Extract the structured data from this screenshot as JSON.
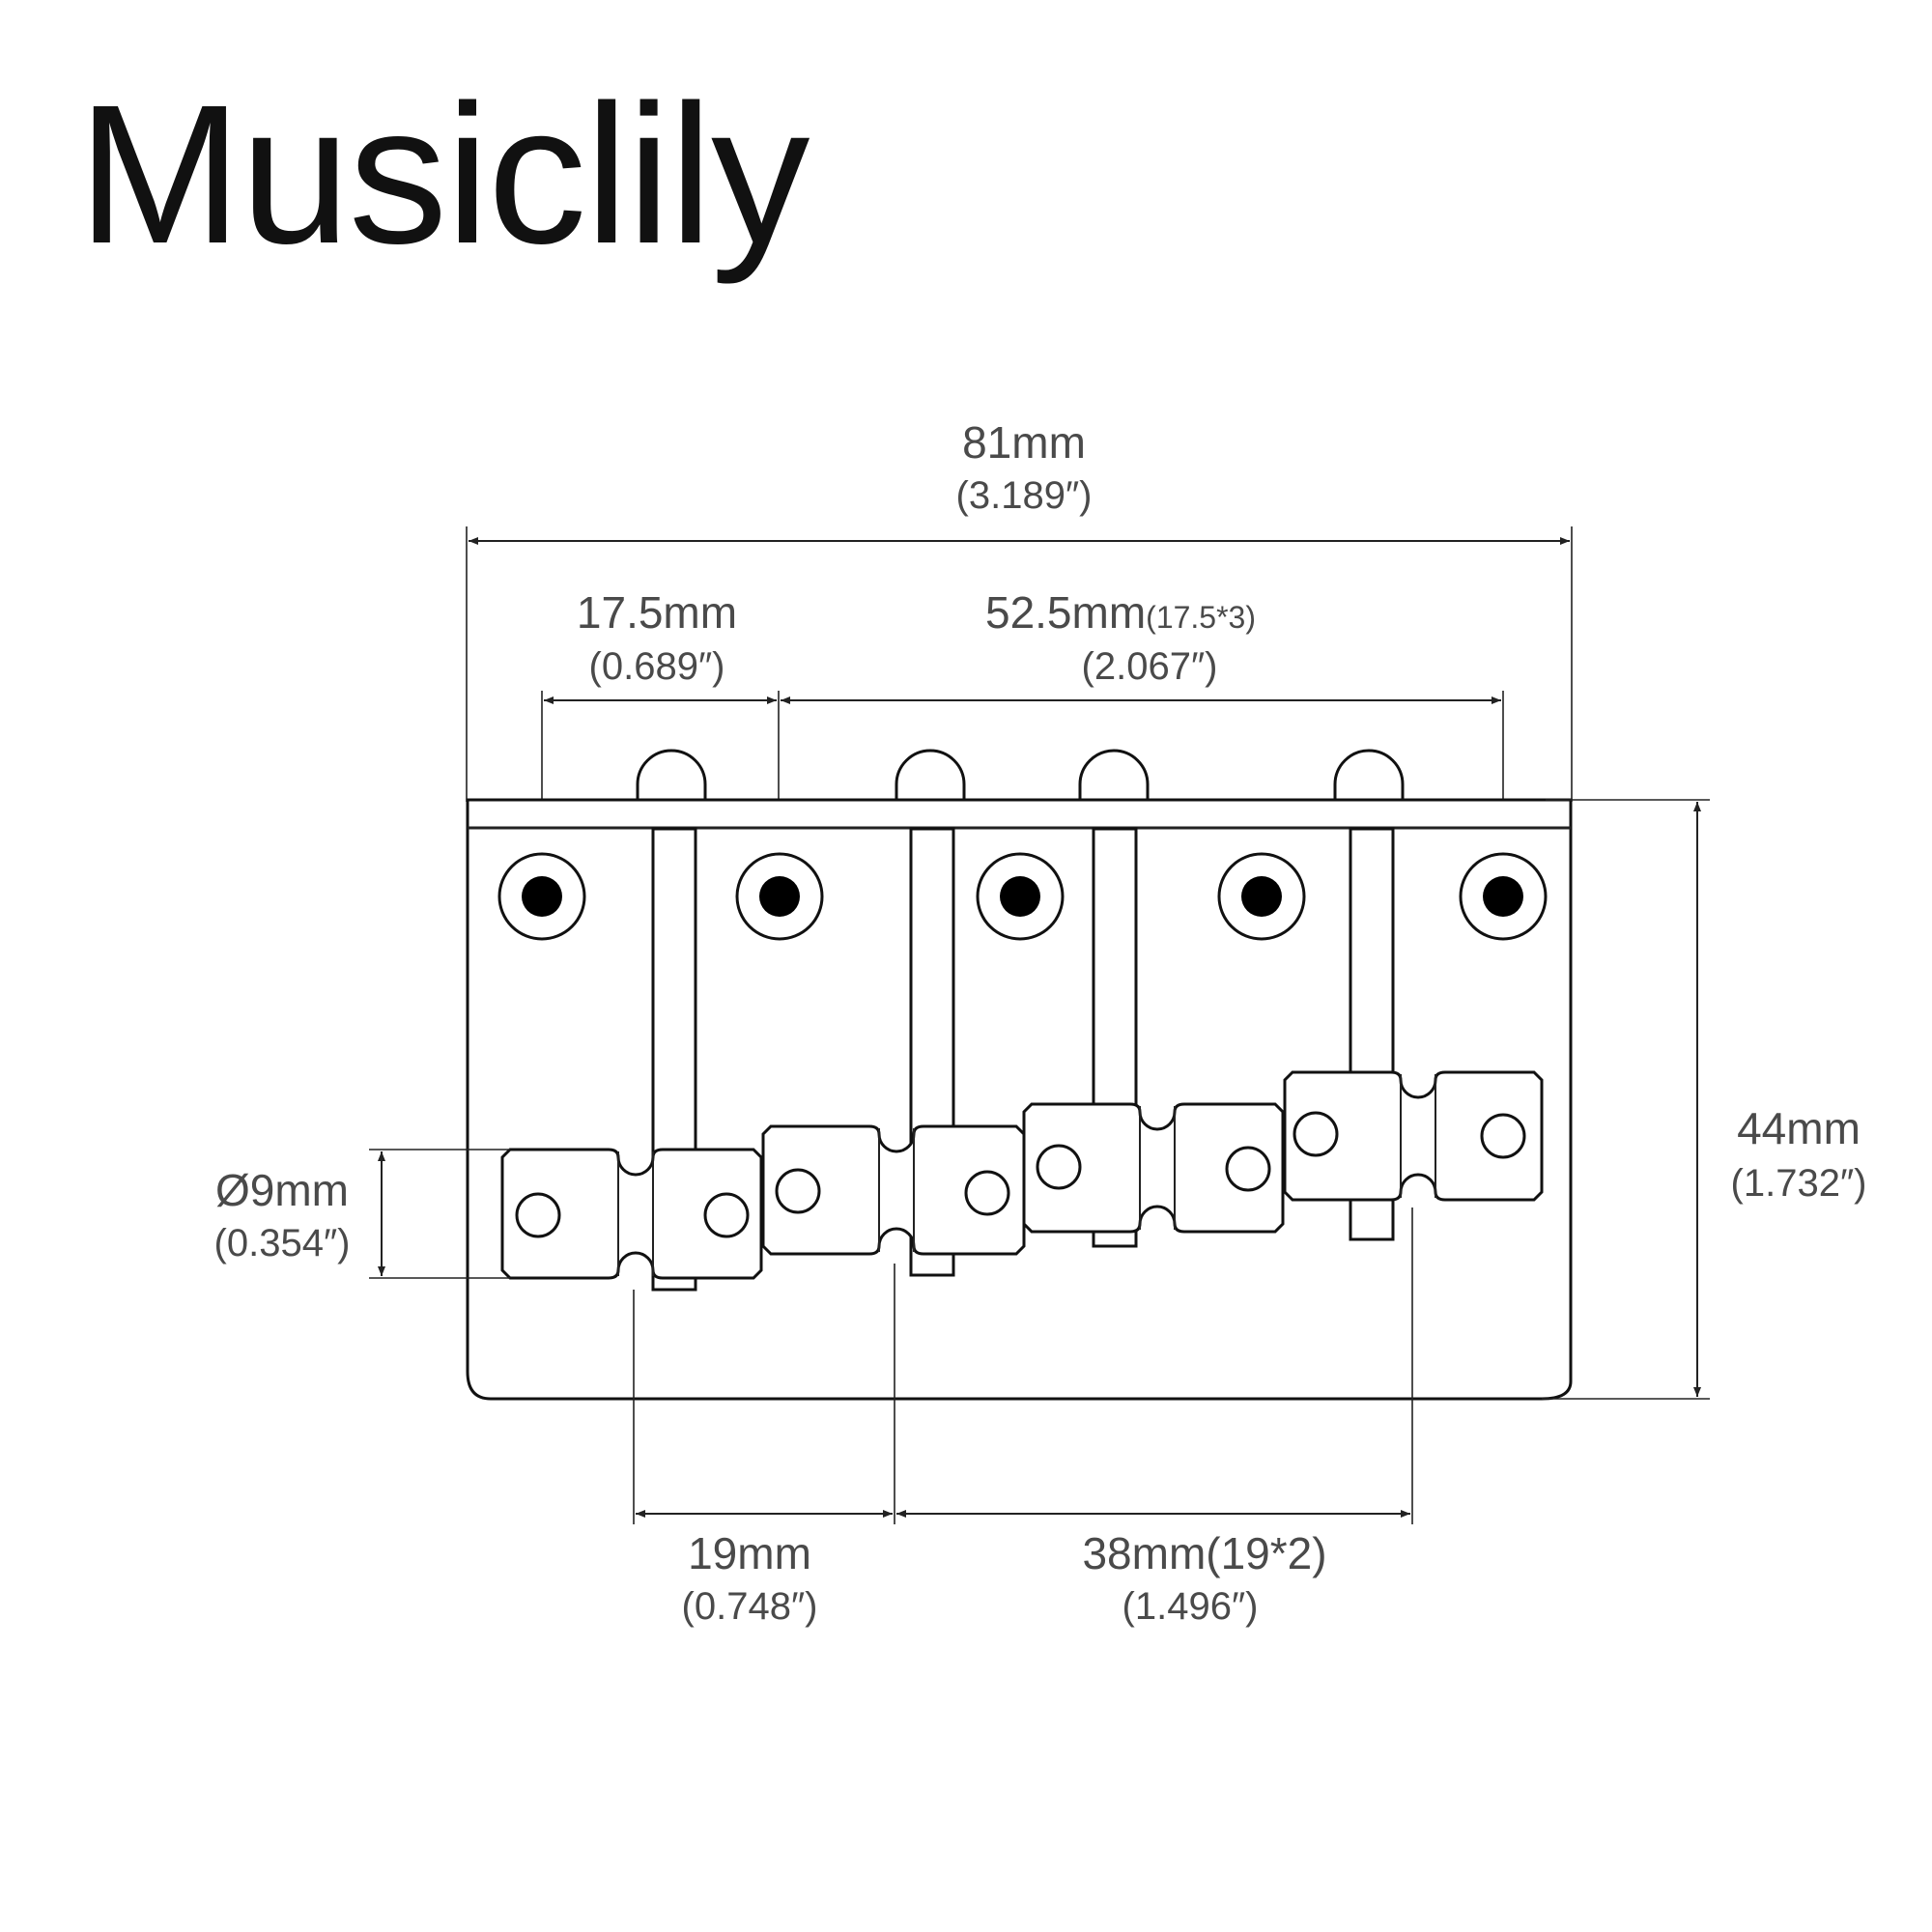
{
  "brand": {
    "name": "Musiclily"
  },
  "dimensions": {
    "overall_width": {
      "metric": "81mm",
      "imperial": "(3.189″)"
    },
    "first_spacing": {
      "metric": "17.5mm",
      "imperial": "(0.689″)"
    },
    "mount_spacing": {
      "metric": "52.5mm",
      "note": "(17.5*3)",
      "imperial": "(2.067″)"
    },
    "height": {
      "metric": "44mm",
      "imperial": "(1.732″)"
    },
    "saddle_diameter": {
      "metric": "Ø9mm",
      "imperial": "(0.354″)"
    },
    "string_spacing": {
      "metric": "19mm",
      "imperial": "(0.748″)"
    },
    "string_spacing_total": {
      "metric": "38mm(19*2)",
      "imperial": "(1.496″)"
    }
  },
  "diagram": {
    "subject": "4-string bass bridge",
    "mounting_holes": 5,
    "saddles": 4
  }
}
